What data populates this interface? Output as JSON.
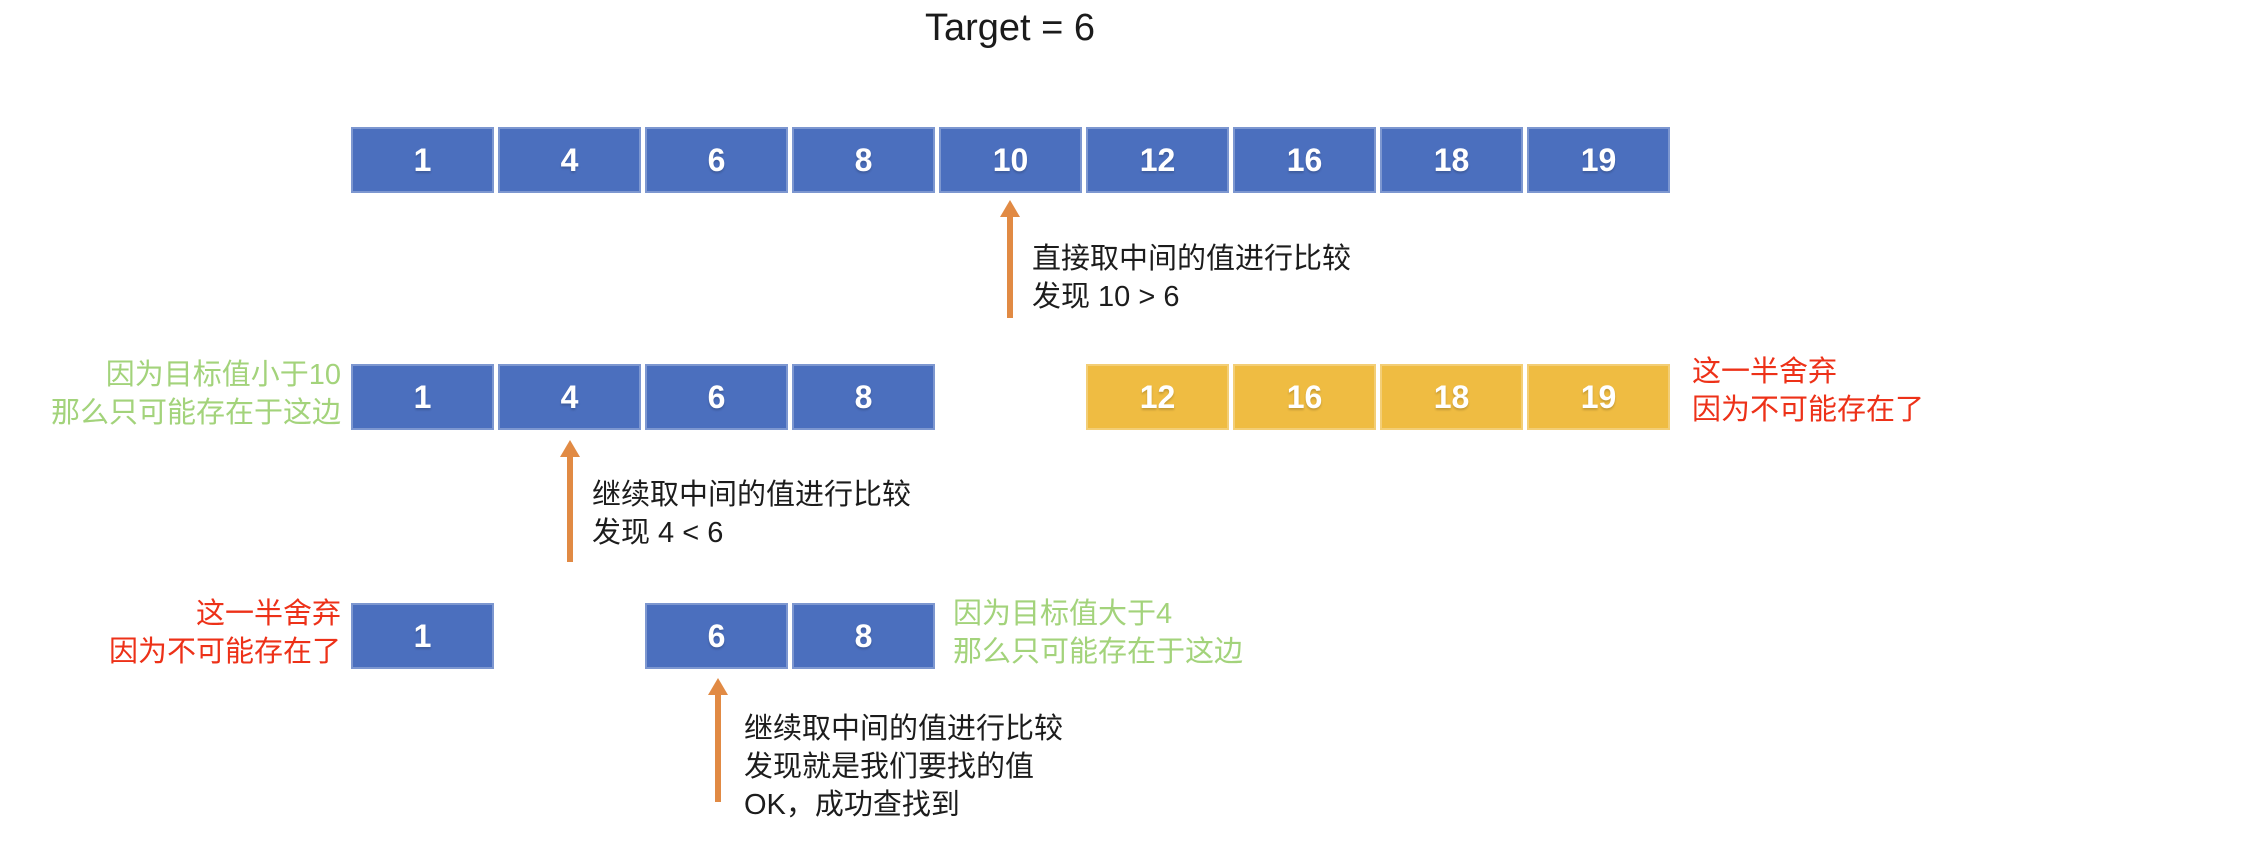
{
  "title": "Target = 6",
  "colors": {
    "array_active": "#4b6fbe",
    "array_discarded": "#efbc42",
    "arrow": "#e18a44",
    "keep_label": "#a3d37b",
    "discard_label": "#ed3118",
    "text": "#1c1c1c"
  },
  "array1": {
    "cells": [
      "1",
      "4",
      "6",
      "8",
      "10",
      "12",
      "16",
      "18",
      "19"
    ]
  },
  "step1": {
    "line1": "直接取中间的值进行比较",
    "line2": "发现 10 > 6"
  },
  "array2_left": {
    "cells": [
      "1",
      "4",
      "6",
      "8"
    ]
  },
  "array2_right": {
    "cells": [
      "12",
      "16",
      "18",
      "19"
    ]
  },
  "label_keep_left": {
    "line1": "因为目标值小于10",
    "line2": "那么只可能存在于这边"
  },
  "label_discard_right": {
    "line1": "这一半舍弃",
    "line2": "因为不可能存在了"
  },
  "step2": {
    "line1": "继续取中间的值进行比较",
    "line2": "发现 4 < 6"
  },
  "array3_left": {
    "cells": [
      "1"
    ]
  },
  "array3_mid": {
    "cells": [
      "6",
      "8"
    ]
  },
  "label_discard_left": {
    "line1": "这一半舍弃",
    "line2": "因为不可能存在了"
  },
  "label_keep_right": {
    "line1": "因为目标值大于4",
    "line2": "那么只可能存在于这边"
  },
  "step3": {
    "line1": "继续取中间的值进行比较",
    "line2": "发现就是我们要找的值",
    "line3": "OK，成功查找到"
  }
}
